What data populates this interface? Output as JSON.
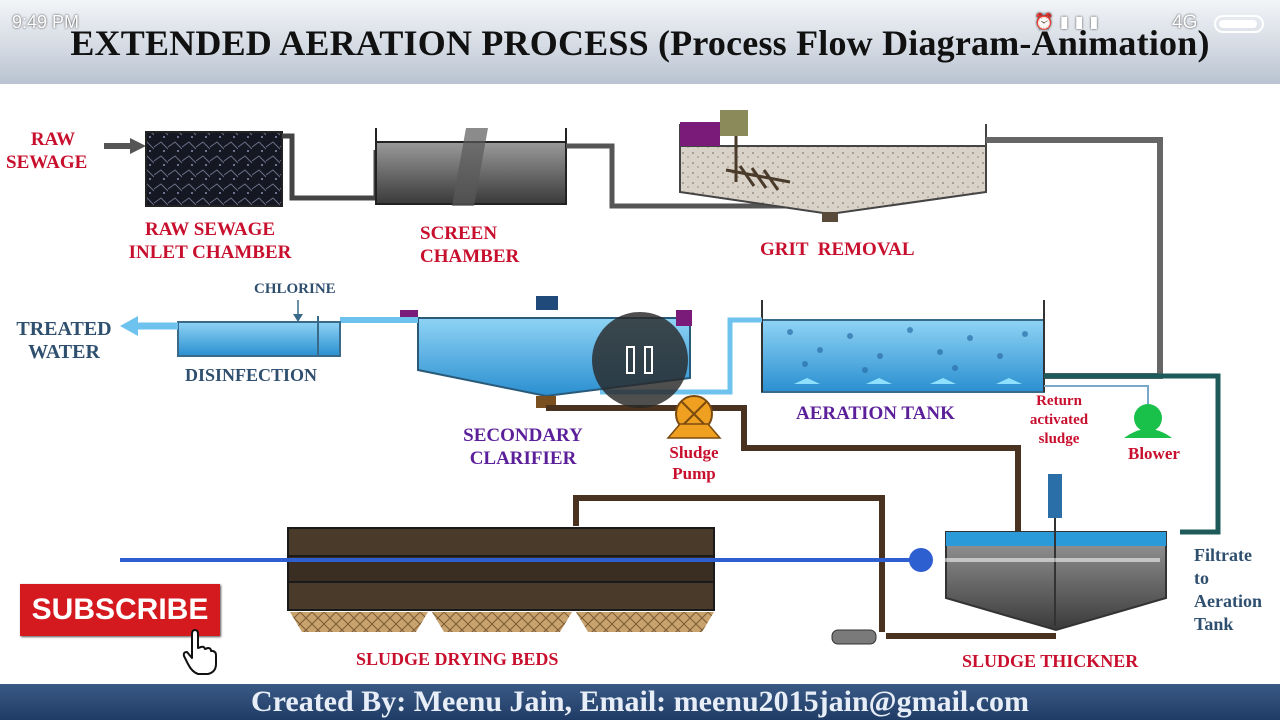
{
  "title": "EXTENDED AERATION PROCESS (Process Flow Diagram-Animation)",
  "status_bar": {
    "time": "9:49 PM",
    "network": "4G",
    "icons": [
      "alarm-icon",
      "signal-icon",
      "battery-icon"
    ]
  },
  "labels": {
    "raw_sewage": [
      "RAW",
      "SEWAGE"
    ],
    "inlet_chamber": [
      "RAW SEWAGE",
      "INLET CHAMBER"
    ],
    "screen_chamber": [
      "SCREEN",
      "CHAMBER"
    ],
    "grit_removal": "GRIT  REMOVAL",
    "chlorine": "CHLORINE",
    "treated_water": [
      "TREATED",
      "WATER"
    ],
    "disinfection": "DISINFECTION",
    "secondary_clarifier": [
      "SECONDARY",
      "CLARIFIER"
    ],
    "sludge_pump": [
      "Sludge",
      "Pump"
    ],
    "aeration_tank": "AERATION TANK",
    "return_sludge": [
      "Return",
      "activated",
      "sludge"
    ],
    "blower": "Blower",
    "filtrate": [
      "Filtrate",
      "to",
      "Aeration",
      "Tank"
    ],
    "sludge_drying_beds": "SLUDGE DRYING BEDS",
    "sludge_thickner": "SLUDGE THICKNER"
  },
  "footer": "Created By: Meenu Jain, Email: meenu2015jain@gmail.com",
  "player": {
    "subscribe_label": "SUBSCRIBE",
    "progress": 0.77,
    "state": "paused"
  },
  "colors": {
    "red_label": "#c8102e",
    "navy_label": "#2f4f6f",
    "purple_label": "#5b1f9a",
    "water": "#4fb3e8",
    "pipe": "#4a3220",
    "seek": "#2e5fd0",
    "subscribe": "#d41a1f"
  }
}
